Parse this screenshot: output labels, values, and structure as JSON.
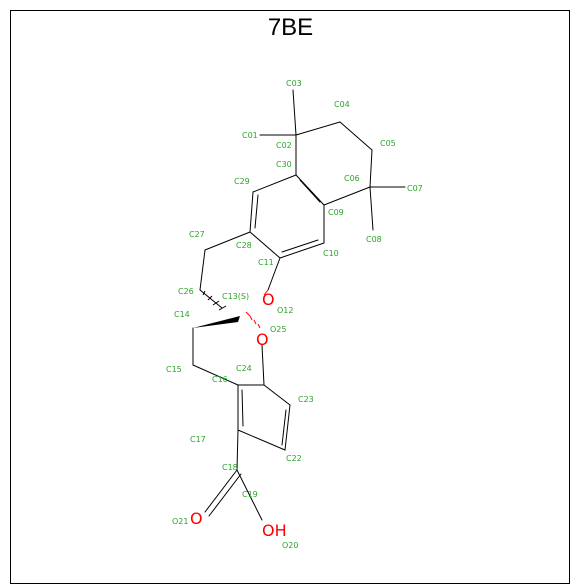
{
  "title": "7BE",
  "atoms": {
    "c01": "C01",
    "c02": "C02",
    "c03": "C03",
    "c04": "C04",
    "c05": "C05",
    "c06": "C06",
    "c07": "C07",
    "c08": "C08",
    "c09": "C09",
    "c10": "C10",
    "c11": "C11",
    "o12": "O12",
    "c13": "C13(S)",
    "c14": "C14",
    "c15": "C15",
    "c16": "C16",
    "c17": "C17",
    "c18": "C18",
    "c19": "C19",
    "o20": "O20",
    "o21": "O21",
    "c22": "C22",
    "c23": "C23",
    "c24": "C24",
    "o25": "O25",
    "c26": "C26",
    "c27": "C27",
    "c28": "C28",
    "c29": "C29",
    "c30": "C30"
  },
  "hetero": {
    "o_ring1": "O",
    "o_ring2": "O",
    "o_carbonyl": "O",
    "oh": "OH"
  },
  "colors": {
    "bond": "#000000",
    "hetero": "#ff0000",
    "label": "#2aa52a"
  }
}
